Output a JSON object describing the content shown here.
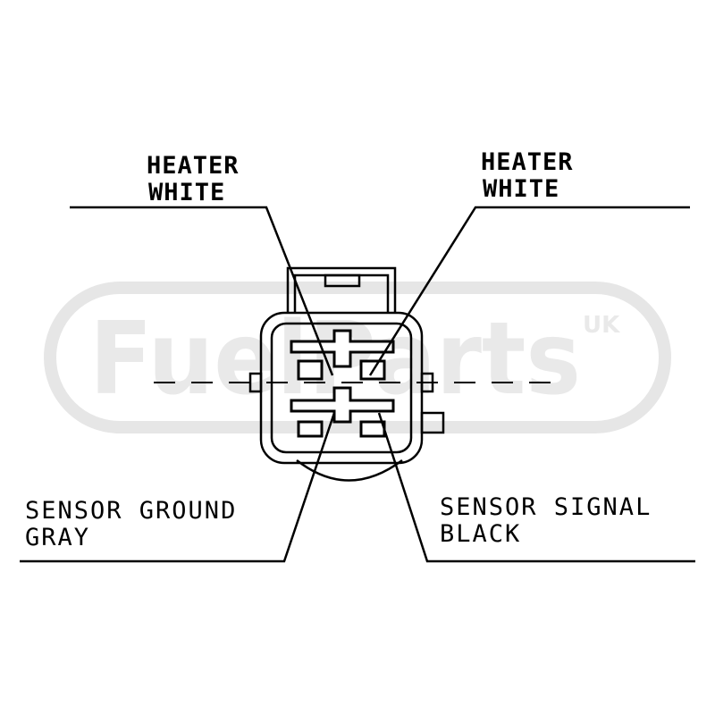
{
  "watermark": {
    "brand": "FuelParts",
    "region": "UK",
    "color": "#e9e9e9"
  },
  "labels": {
    "top_left": {
      "line1": "HEATER",
      "line2": "WHITE"
    },
    "top_right": {
      "line1": "HEATER",
      "line2": "WHITE"
    },
    "bottom_left": {
      "line1": "SENSOR GROUND",
      "line2": "GRAY"
    },
    "bottom_right": {
      "line1": "SENSOR SIGNAL",
      "line2": "BLACK"
    }
  },
  "colors": {
    "line": "#000000",
    "background": "#ffffff"
  }
}
